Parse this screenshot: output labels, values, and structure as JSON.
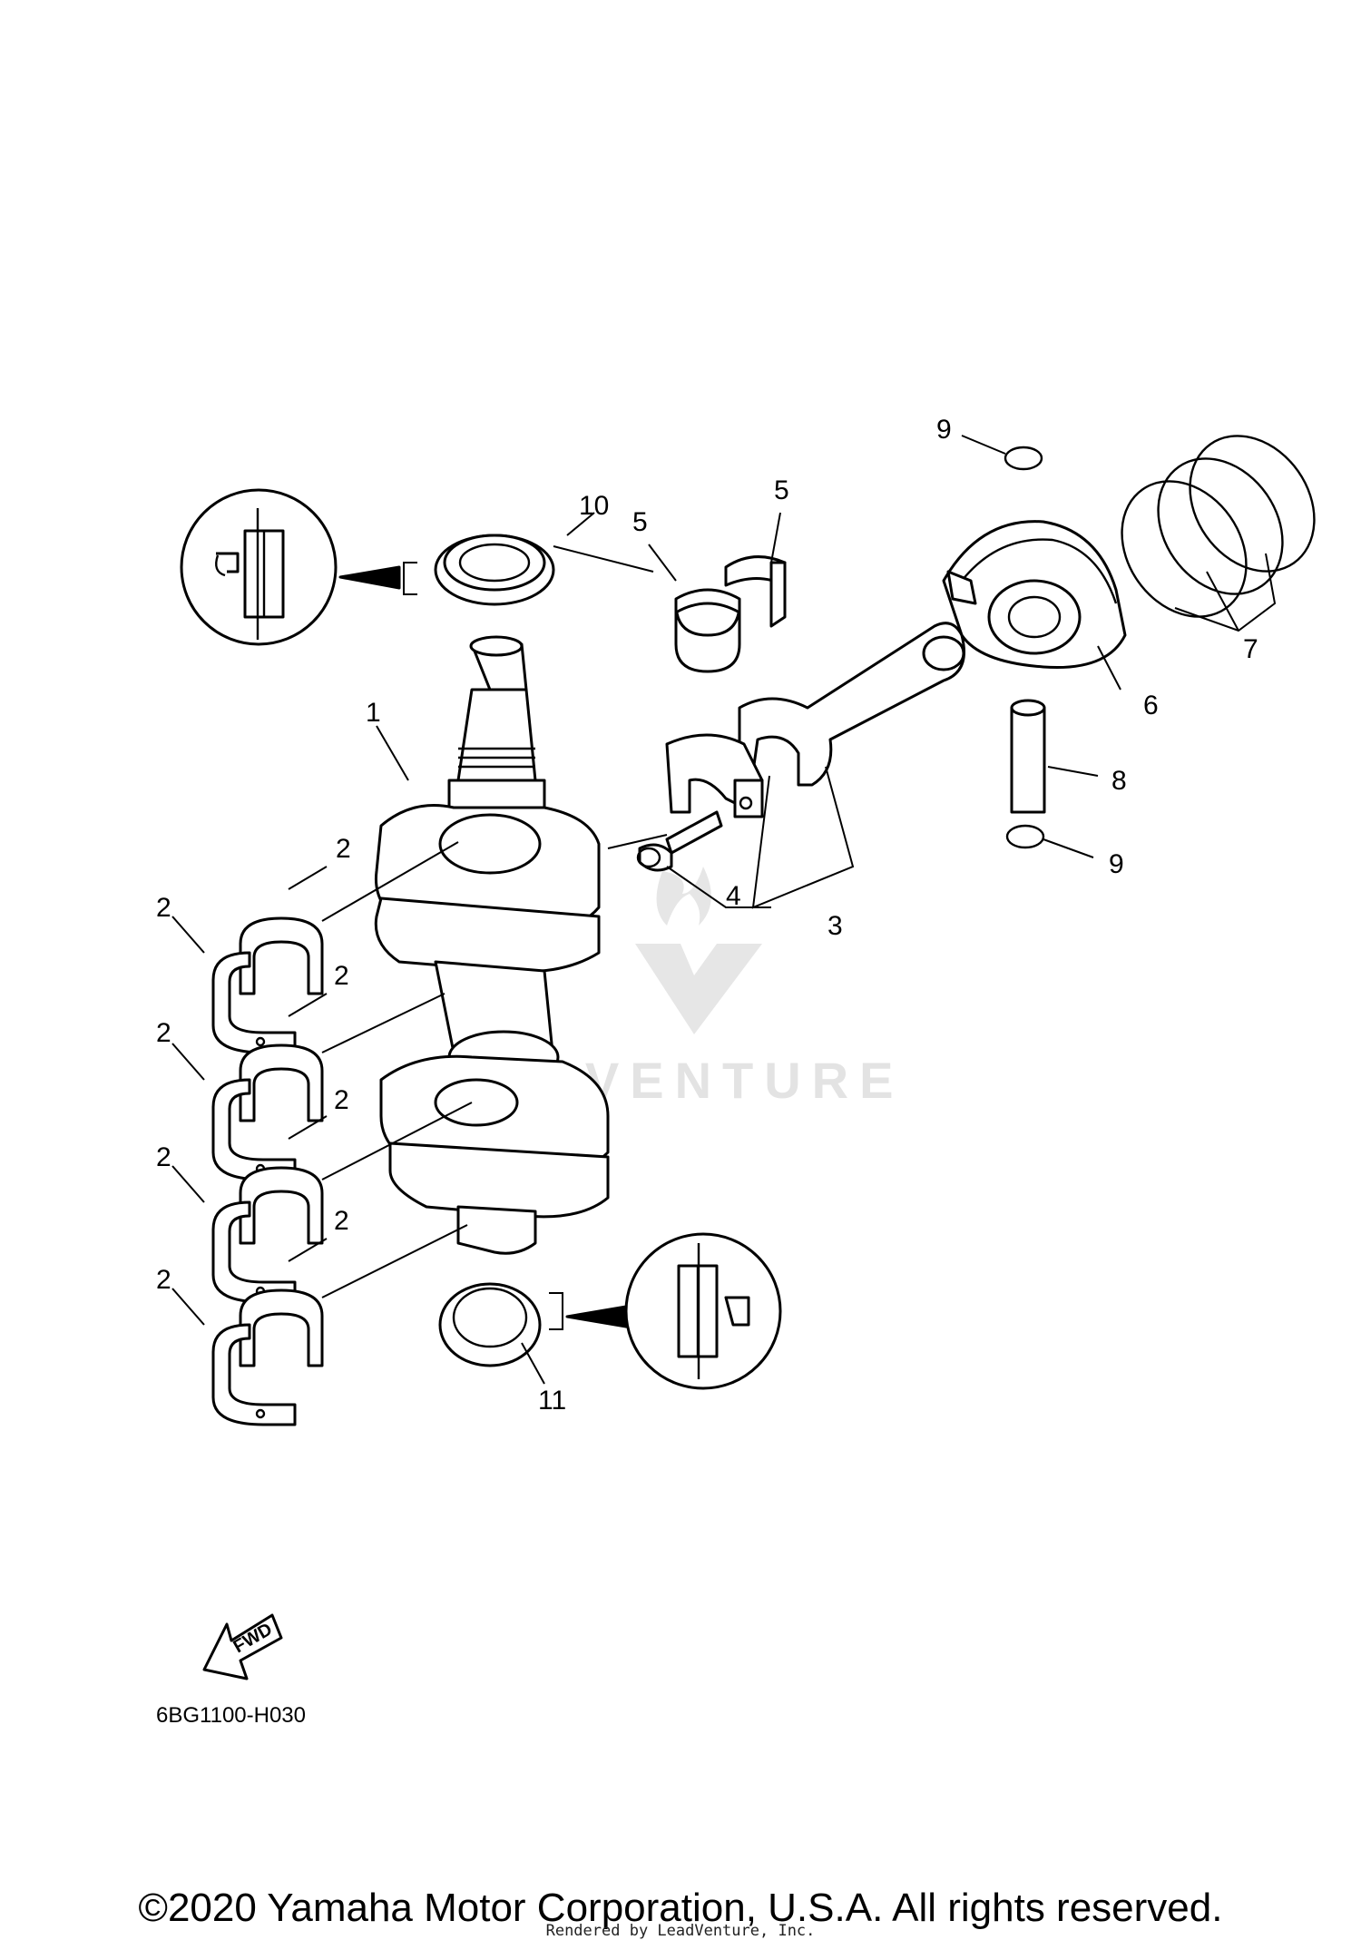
{
  "diagram": {
    "drawing_code": "6BG1100-H030",
    "fwd_label": "FWD",
    "callouts": [
      {
        "id": "c1",
        "text": "1"
      },
      {
        "id": "c2a",
        "text": "2"
      },
      {
        "id": "c2b",
        "text": "2"
      },
      {
        "id": "c2c",
        "text": "2"
      },
      {
        "id": "c2d",
        "text": "2"
      },
      {
        "id": "c2e",
        "text": "2"
      },
      {
        "id": "c2f",
        "text": "2"
      },
      {
        "id": "c2g",
        "text": "2"
      },
      {
        "id": "c2h",
        "text": "2"
      },
      {
        "id": "c3",
        "text": "3"
      },
      {
        "id": "c4",
        "text": "4"
      },
      {
        "id": "c5a",
        "text": "5"
      },
      {
        "id": "c5b",
        "text": "5"
      },
      {
        "id": "c6",
        "text": "6"
      },
      {
        "id": "c7",
        "text": "7"
      },
      {
        "id": "c8",
        "text": "8"
      },
      {
        "id": "c9a",
        "text": "9"
      },
      {
        "id": "c9b",
        "text": "9"
      },
      {
        "id": "c10",
        "text": "10"
      },
      {
        "id": "c11",
        "text": "11"
      }
    ]
  },
  "watermark": {
    "text": "ADVENTURE"
  },
  "footer": {
    "copyright": "©2020 Yamaha Motor Corporation, U.S.A. All rights reserved.",
    "rendered_by": "Rendered by LeadVenture, Inc."
  }
}
